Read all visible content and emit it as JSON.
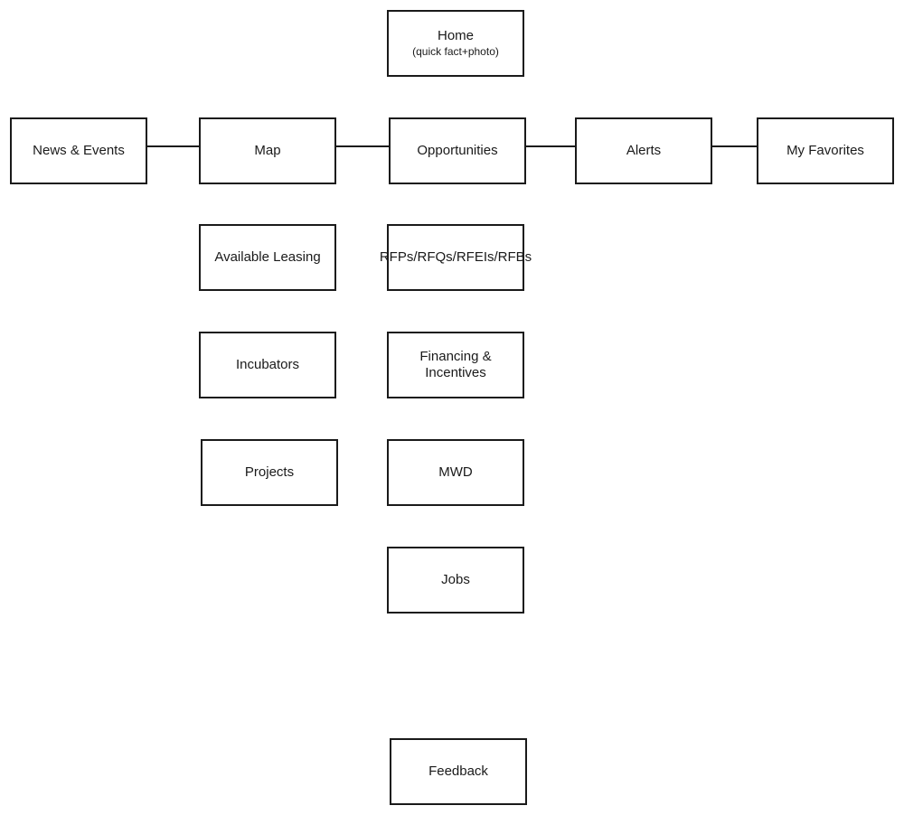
{
  "diagram": {
    "home": {
      "label": "Home",
      "sublabel": "(quick fact+photo)"
    },
    "top_nav": {
      "news_events": "News & Events",
      "map": "Map",
      "opportunities": "Opportunities",
      "alerts": "Alerts",
      "my_favorites": "My Favorites"
    },
    "map_children": {
      "available_leasing": "Available Leasing",
      "incubators": "Incubators",
      "projects": "Projects"
    },
    "opportunities_children": {
      "rfps": "RFPs/RFQs/RFEIs/RFBs",
      "financing": "Financing & Incentives",
      "mwd": "MWD",
      "jobs": "Jobs"
    },
    "feedback": "Feedback"
  }
}
